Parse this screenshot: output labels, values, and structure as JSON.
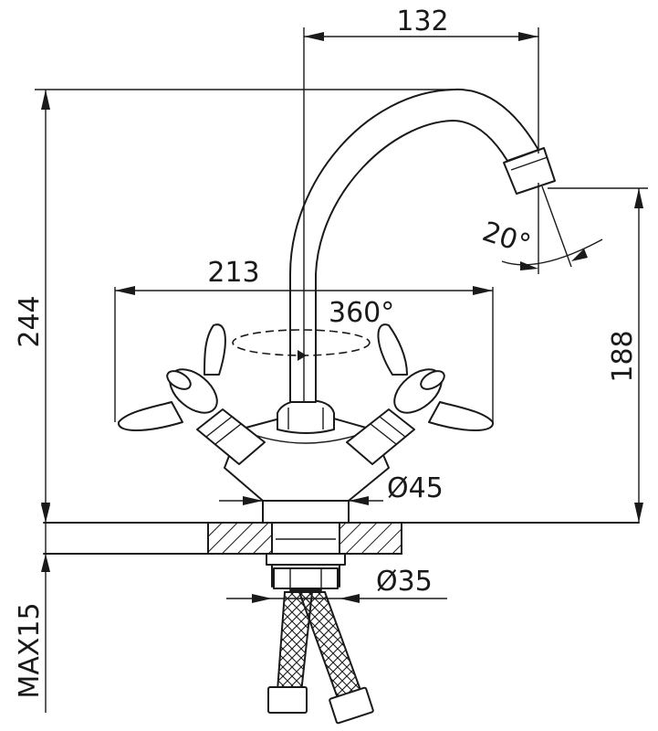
{
  "dimensions": {
    "spout_reach": "132",
    "total_height": "244",
    "handle_span": "213",
    "swivel_angle": "360°",
    "spout_tilt": "20°",
    "spout_height": "188",
    "base_diameter": "Ø45",
    "shank_diameter": "Ø35",
    "max_countertop": "MAX15"
  },
  "colors": {
    "line": "#1a1a1a",
    "background": "#ffffff"
  },
  "icons": {
    "rotation": "rotation-arrow-icon"
  }
}
